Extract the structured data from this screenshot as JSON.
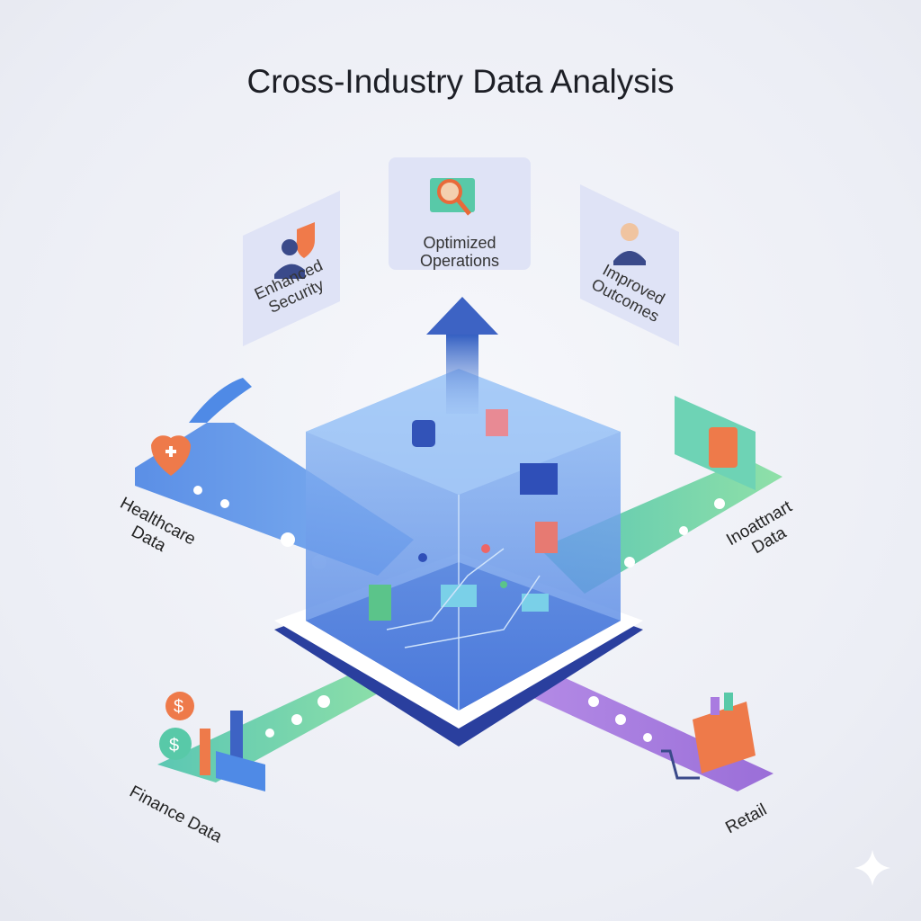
{
  "title": "Cross-Industry Data Analysis",
  "outcomes": [
    {
      "label": "Enhanced Security",
      "icon": "shield-user-icon"
    },
    {
      "label": "Optimized Operations",
      "icon": "magnifier-icon"
    },
    {
      "label": "Improved Outcomes",
      "icon": "doctor-icon"
    }
  ],
  "sources": {
    "healthcare": "Healthcare Data",
    "industrial": "Inoattnart Data",
    "finance": "Finance Data",
    "retail": "Retail"
  },
  "colors": {
    "cube": "#5b8fe6",
    "base": "#2f4fb8",
    "arrow": "#3d63c4",
    "green": "#6fd3a8",
    "purple": "#a97be0",
    "teal": "#58c9b0",
    "orange": "#f07a4a"
  }
}
